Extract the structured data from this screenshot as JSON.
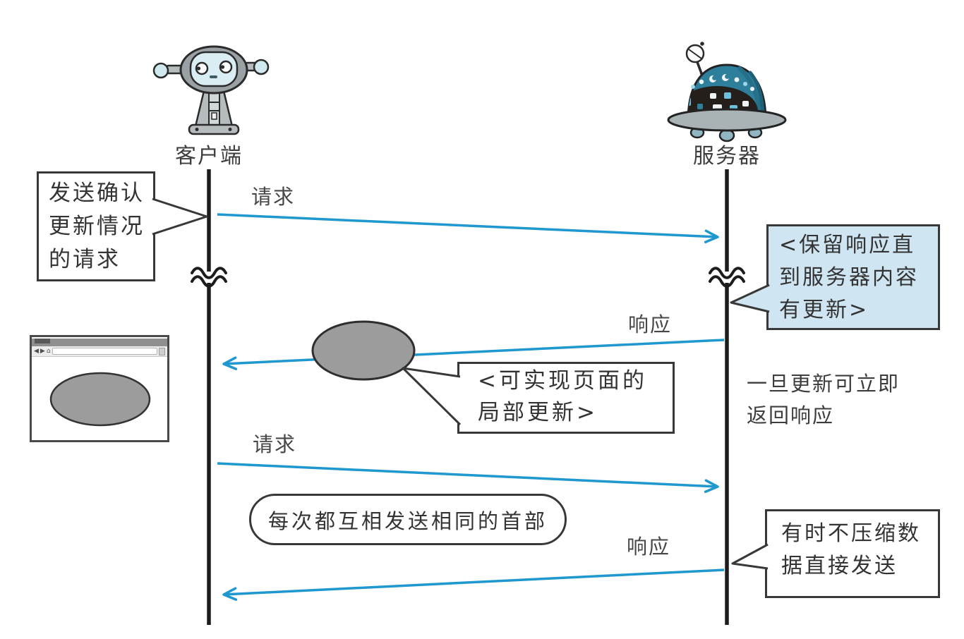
{
  "actors": {
    "client": {
      "label": "客户端"
    },
    "server": {
      "label": "服务器"
    }
  },
  "messages": {
    "request1": "请求",
    "response1": "响应",
    "request2": "请求",
    "response2": "响应"
  },
  "callouts": {
    "confirm_update_request": "发送确认\n更新情况\n的请求",
    "hold_response": "<保留响应直\n到服务器内容\n有更新>",
    "partial_update": "<可实现页面的\n局部更新>",
    "immediate_response": "一旦更新可立即\n返回响应",
    "same_headers": "每次都互相发送相同的首部",
    "no_compression": "有时不压缩数\n据直接发送"
  },
  "browser": {
    "back_icon": "◀",
    "forward_icon": "▶",
    "home_icon": "⌂"
  },
  "colors": {
    "arrow": "#1f97cf",
    "timeline": "#1c1c1c",
    "highlight_bg": "#cfe5f1",
    "ellipse_fill": "#9c9c9c",
    "border": "#383838",
    "ink": "#3c3c3c"
  }
}
